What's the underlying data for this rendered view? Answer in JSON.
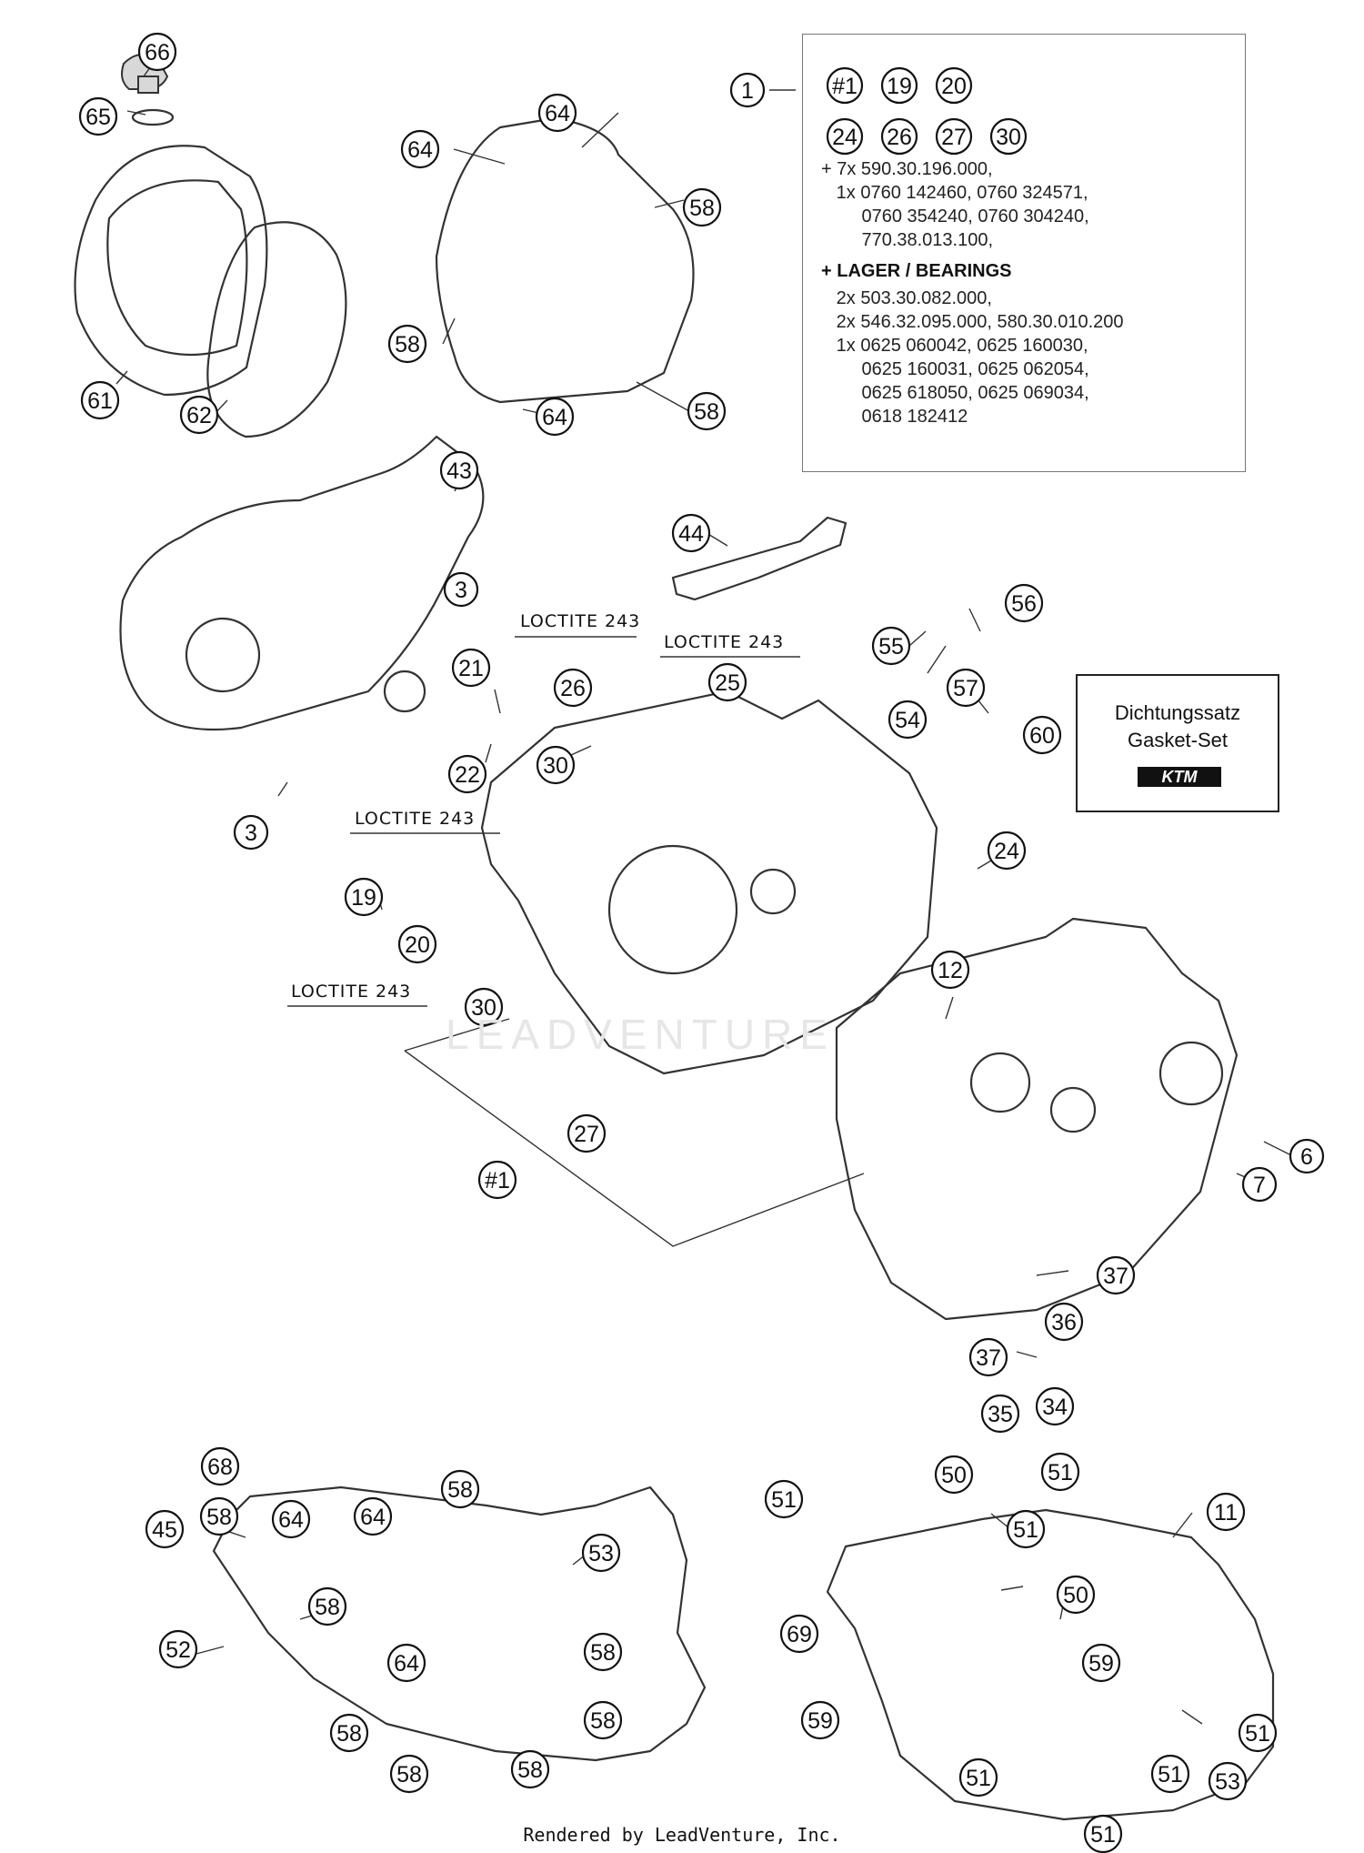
{
  "callouts": [
    {
      "id": "c66",
      "label": "66"
    },
    {
      "id": "c65",
      "label": "65"
    },
    {
      "id": "c61",
      "label": "61"
    },
    {
      "id": "c62",
      "label": "62"
    },
    {
      "id": "c64a",
      "label": "64"
    },
    {
      "id": "c64b",
      "label": "64"
    },
    {
      "id": "c58a",
      "label": "58"
    },
    {
      "id": "c58b",
      "label": "58"
    },
    {
      "id": "c64c",
      "label": "64"
    },
    {
      "id": "c58c",
      "label": "58"
    },
    {
      "id": "c1",
      "label": "1"
    },
    {
      "id": "c43",
      "label": "43"
    },
    {
      "id": "c44",
      "label": "44"
    },
    {
      "id": "c3a",
      "label": "3"
    },
    {
      "id": "c3b",
      "label": "3"
    },
    {
      "id": "c21",
      "label": "21"
    },
    {
      "id": "c22",
      "label": "22"
    },
    {
      "id": "c30a",
      "label": "30"
    },
    {
      "id": "c30b",
      "label": "30"
    },
    {
      "id": "c26",
      "label": "26"
    },
    {
      "id": "c25",
      "label": "25"
    },
    {
      "id": "c55",
      "label": "55"
    },
    {
      "id": "c56",
      "label": "56"
    },
    {
      "id": "c57",
      "label": "57"
    },
    {
      "id": "c54",
      "label": "54"
    },
    {
      "id": "c60",
      "label": "60"
    },
    {
      "id": "c24",
      "label": "24"
    },
    {
      "id": "c19",
      "label": "19"
    },
    {
      "id": "c20",
      "label": "20"
    },
    {
      "id": "c12",
      "label": "12"
    },
    {
      "id": "c27",
      "label": "27"
    },
    {
      "id": "c_1",
      "label": "#1"
    },
    {
      "id": "c6",
      "label": "6"
    },
    {
      "id": "c7",
      "label": "7"
    },
    {
      "id": "c37a",
      "label": "37"
    },
    {
      "id": "c36",
      "label": "36"
    },
    {
      "id": "c37b",
      "label": "37"
    },
    {
      "id": "c34",
      "label": "34"
    },
    {
      "id": "c35",
      "label": "35"
    },
    {
      "id": "c68",
      "label": "68"
    },
    {
      "id": "c45",
      "label": "45"
    },
    {
      "id": "c58d",
      "label": "58"
    },
    {
      "id": "c64d",
      "label": "64"
    },
    {
      "id": "c64e",
      "label": "64"
    },
    {
      "id": "c58e",
      "label": "58"
    },
    {
      "id": "c53a",
      "label": "53"
    },
    {
      "id": "c58f",
      "label": "58"
    },
    {
      "id": "c52",
      "label": "52"
    },
    {
      "id": "c64f",
      "label": "64"
    },
    {
      "id": "c58g",
      "label": "58"
    },
    {
      "id": "c58h",
      "label": "58"
    },
    {
      "id": "c58i",
      "label": "58"
    },
    {
      "id": "c58j",
      "label": "58"
    },
    {
      "id": "c58k",
      "label": "58"
    },
    {
      "id": "c51a",
      "label": "51"
    },
    {
      "id": "c50a",
      "label": "50"
    },
    {
      "id": "c51b",
      "label": "51"
    },
    {
      "id": "c51c",
      "label": "51"
    },
    {
      "id": "c11",
      "label": "11"
    },
    {
      "id": "c50b",
      "label": "50"
    },
    {
      "id": "c69",
      "label": "69"
    },
    {
      "id": "c59a",
      "label": "59"
    },
    {
      "id": "c59b",
      "label": "59"
    },
    {
      "id": "c51d",
      "label": "51"
    },
    {
      "id": "c53b",
      "label": "53"
    },
    {
      "id": "c51e",
      "label": "51"
    },
    {
      "id": "c51f",
      "label": "51"
    },
    {
      "id": "c51g",
      "label": "51"
    }
  ],
  "loctite": [
    "LOCTITE 243",
    "LOCTITE 243",
    "LOCTITE 243",
    "LOCTITE 243"
  ],
  "kit": {
    "callouts": [
      "#1",
      "19",
      "20",
      "24",
      "26",
      "27",
      "30"
    ],
    "lines": [
      "+ 7x 590.30.196.000,",
      "   1x 0760 142460, 0760 324571,",
      "        0760 354240, 0760 304240,",
      "        770.38.013.100,",
      "+ LAGER / BEARINGS",
      "   2x 503.30.082.000,",
      "   2x 546.32.095.000, 580.30.010.200",
      "   1x 0625 060042, 0625 160030,",
      "        0625 160031, 0625 062054,",
      "        0625 618050, 0625 069034,",
      "        0618 182412"
    ]
  },
  "gasket_set": {
    "line1": "Dichtungssatz",
    "line2": "Gasket-Set",
    "logo": "KTM"
  },
  "watermark": "LEADVENTURE",
  "footer": "Rendered by LeadVenture, Inc."
}
